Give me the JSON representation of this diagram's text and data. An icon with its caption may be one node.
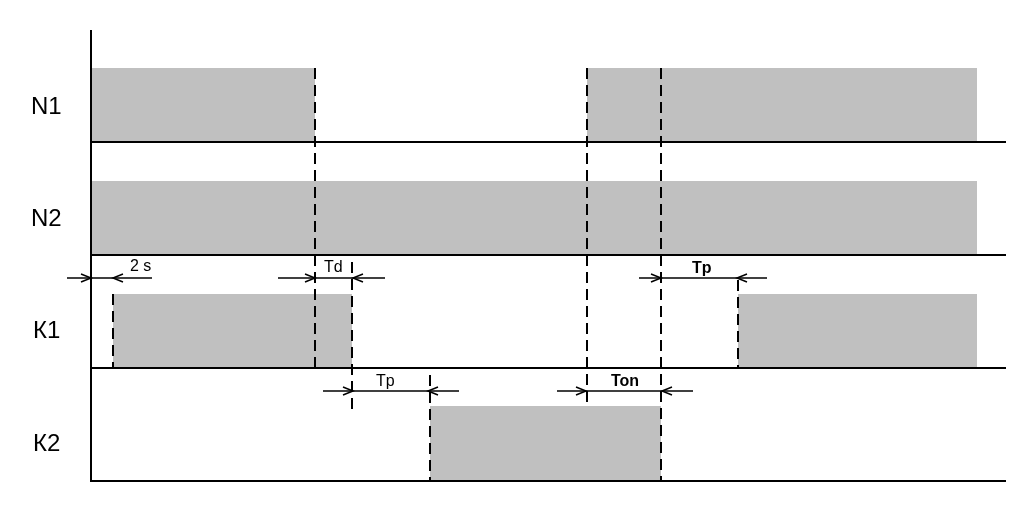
{
  "diagram": {
    "labels": [
      "N1",
      "N2",
      "2 s",
      "Td",
      "Tp",
      "К1",
      "Tp",
      "Ton",
      "К2"
    ]
  }
}
